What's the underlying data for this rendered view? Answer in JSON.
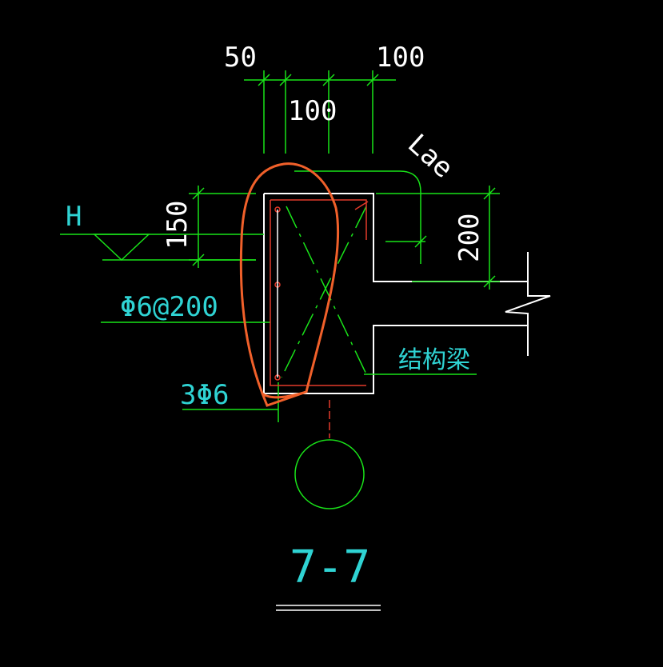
{
  "drawing": {
    "dimensions": {
      "top_left": "50",
      "top_right": "100",
      "top_middle": "100",
      "height_left": "150",
      "height_right": "200",
      "anchorage": "Lae"
    },
    "labels": {
      "level_mark": "H",
      "stirrup_rebar": "Φ6@200",
      "longitudinal_rebar": "3Φ6",
      "structural_beam": "结构梁"
    },
    "section_title": "7-7",
    "colors": {
      "background": "#000000",
      "structure": "#ffffff",
      "dimension": "#19e219",
      "label": "#2fd3d3",
      "rebar": "#e23a2a",
      "markup": "#f0602a"
    }
  }
}
